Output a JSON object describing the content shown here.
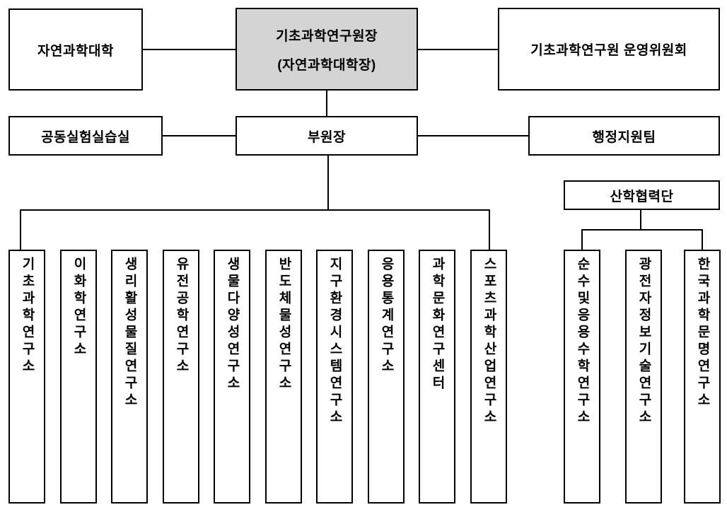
{
  "colors": {
    "background": "#ffffff",
    "box_fill": "#ffffff",
    "highlight_box_fill": "#d4d4d4",
    "border": "#000000"
  },
  "org_chart": {
    "top_row": {
      "college": "자연과학대학",
      "director_line1": "기초과학연구원장",
      "director_line2": "(자연과학대학장)",
      "committee": "기초과학연구원 운영위원회"
    },
    "second_row": {
      "shared_lab": "공동실험실습실",
      "vice_director": "부원장",
      "admin_team": "행정지원팀"
    },
    "industry_cooperation": "산학협력단",
    "institutes": [
      {
        "label": "기초과학연구소"
      },
      {
        "label": "이화학연구소"
      },
      {
        "label": "생리활성물질연구소"
      },
      {
        "label": "유전공학연구소"
      },
      {
        "label": "생물다양성연구소"
      },
      {
        "label": "반도체물성연구소"
      },
      {
        "label": "지구환경시스템연구소"
      },
      {
        "label": "응용통계연구소"
      },
      {
        "label": "과학문화연구센터"
      },
      {
        "label": "스포츠과학산업연구소"
      }
    ],
    "cooperation_institutes": [
      {
        "label": "순수및응용수학연구소"
      },
      {
        "label": "광전자정보기술연구소"
      },
      {
        "label": "한국과학문명연구소"
      }
    ]
  }
}
